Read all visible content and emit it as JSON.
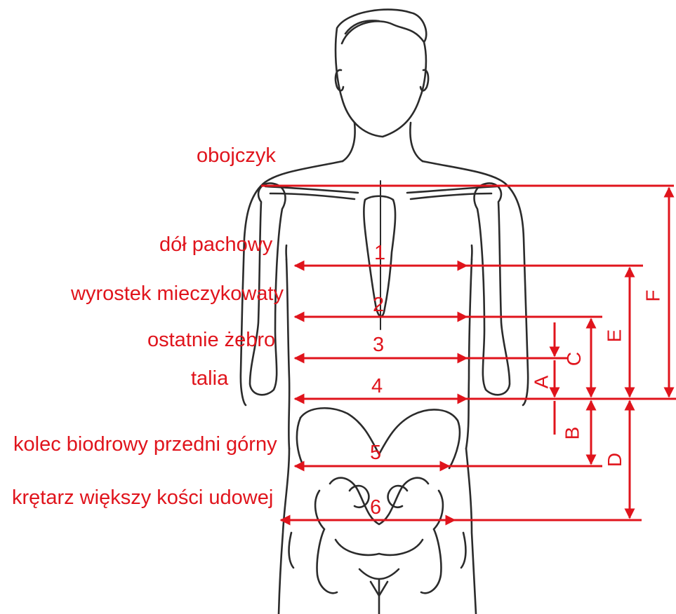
{
  "landmark_labels": {
    "clavicle": "obojczyk",
    "armpit": "dół pachowy",
    "xiphoid": "wyrostek mieczykowaty",
    "last_rib": "ostatnie żebro",
    "waist": "talia",
    "iliac_spine": "kolec biodrowy przedni górny",
    "trochanter": "krętarz większy kości udowej"
  },
  "level_numbers": [
    "1",
    "2",
    "3",
    "4",
    "5",
    "6"
  ],
  "distance_letters": {
    "a": "A",
    "b": "B",
    "c": "C",
    "d": "D",
    "e": "E",
    "f": "F"
  },
  "colors": {
    "annotation": "#e0141c",
    "drawing": "#2b2b2b",
    "background": "#ffffff"
  }
}
